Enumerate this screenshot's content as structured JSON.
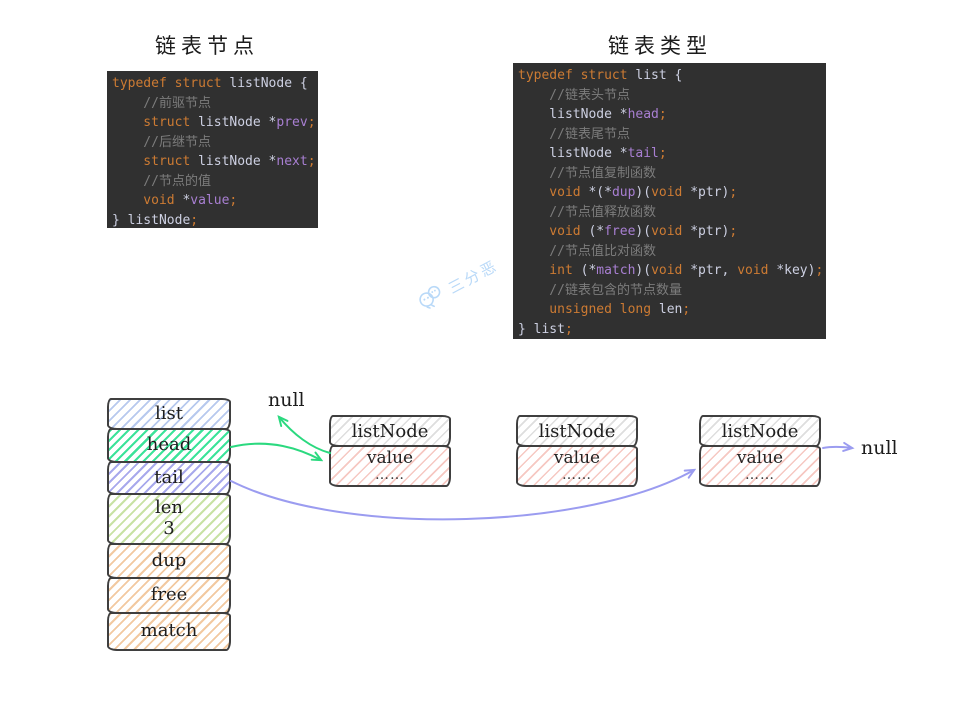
{
  "titles": {
    "left": "链表节点",
    "right": "链表类型"
  },
  "watermark": {
    "text": "三分恶",
    "icon": "chat-bubbles-doodle-icon"
  },
  "colors": {
    "code_background": "#303030",
    "code_keyword": "#cd7b33",
    "code_member": "#a87fd2",
    "code_comment": "#7c7c7c",
    "code_plain": "#cdd0e2",
    "arrow_green": "#2bd97f",
    "arrow_purple": "#9b9cf0",
    "hatch_blue": "#b7c9ee",
    "hatch_green": "#3ce39a",
    "hatch_purple": "#a8a9ec",
    "hatch_yellow_green": "#c8e2a4",
    "hatch_orange": "#f2c9a0",
    "hatch_gray": "#dedede",
    "hatch_pink": "#f6c8c2",
    "watermark_blue": "#b9d9f8"
  },
  "code_left": {
    "lines": [
      [
        [
          "k",
          "typedef struct "
        ],
        [
          "p",
          "listNode {"
        ]
      ],
      [
        [
          "c",
          "    //前驱节点"
        ]
      ],
      [
        [
          "k",
          "    struct "
        ],
        [
          "p",
          "listNode *"
        ],
        [
          "m",
          "prev"
        ],
        [
          "k",
          ";"
        ]
      ],
      [
        [
          "c",
          "    //后继节点"
        ]
      ],
      [
        [
          "k",
          "    struct "
        ],
        [
          "p",
          "listNode *"
        ],
        [
          "m",
          "next"
        ],
        [
          "k",
          ";"
        ]
      ],
      [
        [
          "c",
          "    //节点的值"
        ]
      ],
      [
        [
          "k",
          "    void "
        ],
        [
          "p",
          "*"
        ],
        [
          "m",
          "value"
        ],
        [
          "k",
          ";"
        ]
      ],
      [
        [
          "p",
          "} listNode"
        ],
        [
          "k",
          ";"
        ]
      ]
    ]
  },
  "code_right": {
    "lines": [
      [
        [
          "k",
          "typedef struct "
        ],
        [
          "p",
          "list {"
        ]
      ],
      [
        [
          "c",
          "    //链表头节点"
        ]
      ],
      [
        [
          "p",
          "    listNode *"
        ],
        [
          "m",
          "head"
        ],
        [
          "k",
          ";"
        ]
      ],
      [
        [
          "c",
          "    //链表尾节点"
        ]
      ],
      [
        [
          "p",
          "    listNode *"
        ],
        [
          "m",
          "tail"
        ],
        [
          "k",
          ";"
        ]
      ],
      [
        [
          "c",
          "    //节点值复制函数"
        ]
      ],
      [
        [
          "k",
          "    void "
        ],
        [
          "p",
          "*(*"
        ],
        [
          "m",
          "dup"
        ],
        [
          "p",
          ")("
        ],
        [
          "k",
          "void"
        ],
        [
          "p",
          " *ptr)"
        ],
        [
          "k",
          ";"
        ]
      ],
      [
        [
          "c",
          "    //节点值释放函数"
        ]
      ],
      [
        [
          "k",
          "    void "
        ],
        [
          "p",
          "(*"
        ],
        [
          "m",
          "free"
        ],
        [
          "p",
          ")("
        ],
        [
          "k",
          "void"
        ],
        [
          "p",
          " *ptr)"
        ],
        [
          "k",
          ";"
        ]
      ],
      [
        [
          "c",
          "    //节点值比对函数"
        ]
      ],
      [
        [
          "k",
          "    int "
        ],
        [
          "p",
          "(*"
        ],
        [
          "m",
          "match"
        ],
        [
          "p",
          ")("
        ],
        [
          "k",
          "void"
        ],
        [
          "p",
          " *ptr, "
        ],
        [
          "k",
          "void"
        ],
        [
          "p",
          " *key)"
        ],
        [
          "k",
          ";"
        ]
      ],
      [
        [
          "c",
          "    //链表包含的节点数量"
        ]
      ],
      [
        [
          "k",
          "    unsigned long "
        ],
        [
          "p",
          "len"
        ],
        [
          "k",
          ";"
        ]
      ],
      [
        [
          "p",
          "} list"
        ],
        [
          "k",
          ";"
        ]
      ]
    ]
  },
  "diagram": {
    "list_struct_rows": [
      {
        "label": "list"
      },
      {
        "label": "head"
      },
      {
        "label": "tail"
      },
      {
        "label": "len",
        "value": "3"
      },
      {
        "label": "dup"
      },
      {
        "label": "free"
      },
      {
        "label": "match"
      }
    ],
    "nodes": [
      {
        "title": "listNode",
        "field": "value",
        "more": "……"
      },
      {
        "title": "listNode",
        "field": "value",
        "more": "……"
      },
      {
        "title": "listNode",
        "field": "value",
        "more": "……"
      }
    ],
    "labels": {
      "prev_null": "null",
      "next_null": "null"
    }
  }
}
